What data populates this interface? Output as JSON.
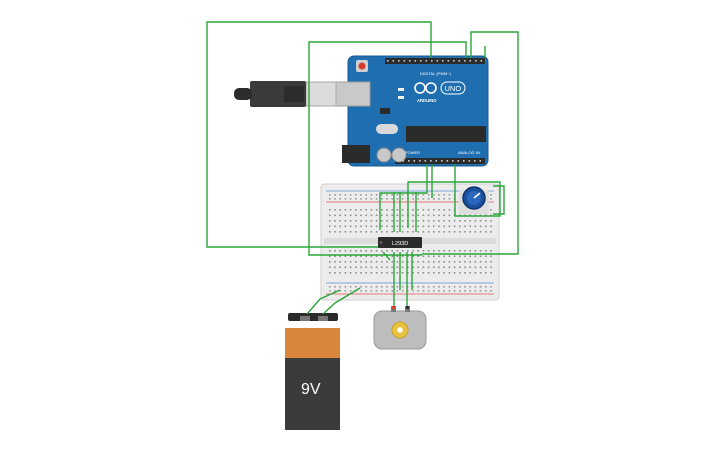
{
  "colors": {
    "wire": "#2aa63a",
    "arduino_board": "#1f6fb0",
    "breadboard": "#eeeeee",
    "battery_top": "#d8863c",
    "battery_body": "#3b3b3b",
    "motor_body": "#bdbdbd",
    "motor_shaft": "#e7c240",
    "pot_knob": "#1c4f9a"
  },
  "arduino": {
    "brand": "ARDUINO",
    "model": "UNO",
    "digital_label": "DIGITAL (PWM~)",
    "analog_label": "ANALOG IN",
    "power_label": "POWER"
  },
  "ic": {
    "label": "L293D"
  },
  "battery": {
    "voltage_label": "9V"
  },
  "icons": [
    "usb-cable-icon",
    "potentiometer-icon",
    "dc-motor-icon",
    "battery-icon",
    "arduino-logo-icon"
  ]
}
